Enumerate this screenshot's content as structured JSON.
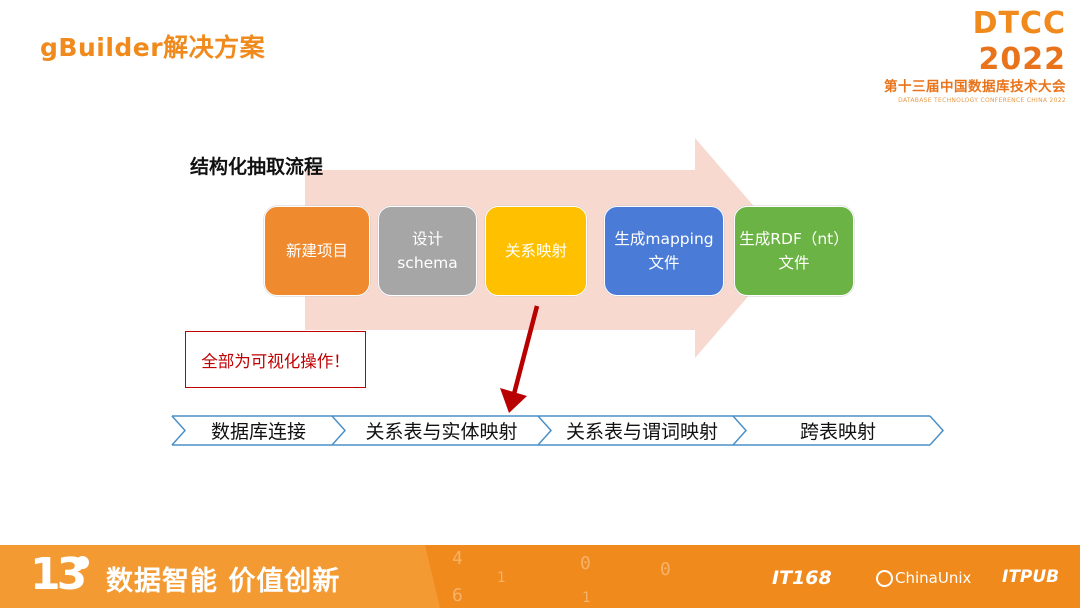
{
  "slide": {
    "title": "gBuilder解决方案",
    "flow_title": "结构化抽取流程"
  },
  "logo": {
    "main_a": "DTCC",
    "main_b": "2022",
    "sub": "第十三届中国数据库技术大会",
    "en": "DATABASE TECHNOLOGY CONFERENCE CHINA 2022"
  },
  "steps": [
    {
      "line1": "新建项目",
      "line2": "",
      "color": "#ef8a2e"
    },
    {
      "line1": "设计",
      "line2": "schema",
      "color": "#a6a6a6"
    },
    {
      "line1": "关系映射",
      "line2": "",
      "color": "#ffc000"
    },
    {
      "line1": "生成mapping",
      "line2": "文件",
      "color": "#4a7bd6"
    },
    {
      "line1": "生成RDF（nt）",
      "line2": "文件",
      "color": "#6ab344"
    }
  ],
  "note": "全部为可视化操作！",
  "chevrons": [
    "数据库连接",
    "关系表与实体映射",
    "关系表与谓词映射",
    "跨表映射"
  ],
  "footer": {
    "number": "13",
    "slogan": "数据智能  价值创新",
    "partners": [
      "IT168",
      "ChinaUnix",
      "ITPUB"
    ],
    "digits": [
      "4",
      "1",
      "0",
      "0",
      "1",
      "6"
    ]
  },
  "colors": {
    "accent": "#f08a1c",
    "arrow_fill": "#f8d9d0",
    "note_red": "#c00000",
    "chevron_stroke": "#4a90c8"
  }
}
